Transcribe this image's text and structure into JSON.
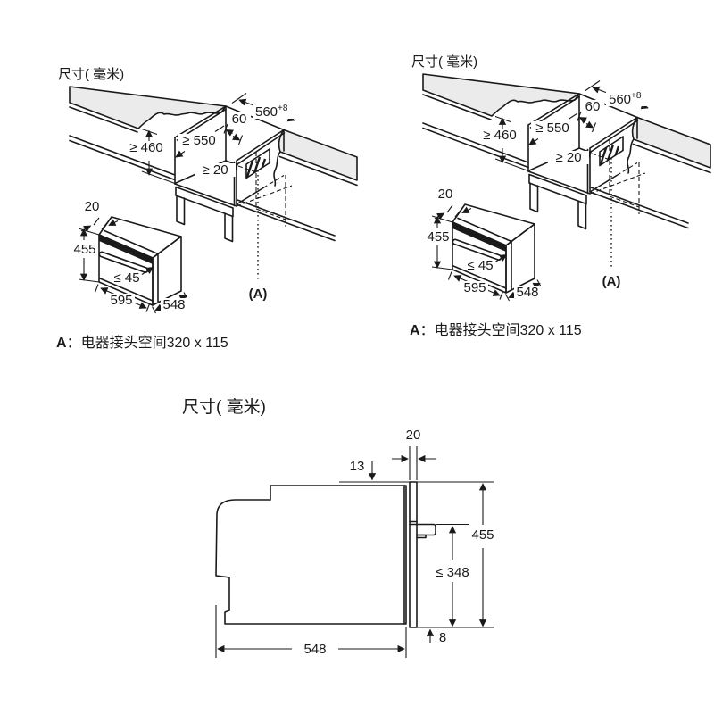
{
  "page": {
    "background": "#ffffff",
    "line_color": "#1a1a1a",
    "worktop_fill": "#ebebeb"
  },
  "diagrams": {
    "top_left": {
      "title": "尺寸( 毫米)",
      "dims": {
        "niche_width": "560",
        "niche_width_tolerance": "+8",
        "vent_gap": "60",
        "niche_depth": "≥ 550",
        "niche_height": "≥ 460",
        "rear_gap": "≥ 20",
        "frame_depth": "20",
        "appliance_height": "455",
        "handle_clearance": "≤ 45",
        "appliance_width": "595",
        "appliance_depth": "548",
        "connection_label": "(A)"
      },
      "footer": {
        "key": "A",
        "separator": "：",
        "text": "电器接头空间320 x 115"
      }
    },
    "top_right": {
      "title": "尺寸( 毫米)",
      "dims": {
        "niche_width": "560",
        "niche_width_tolerance": "+8",
        "vent_gap": "60",
        "niche_depth": "≥ 550",
        "niche_height": "≥ 460",
        "rear_gap": "≥ 20",
        "frame_depth": "20",
        "appliance_height": "455",
        "handle_clearance": "≤ 45",
        "appliance_width": "595",
        "appliance_depth": "548",
        "connection_label": "(A)"
      },
      "footer": {
        "key": "A",
        "separator": "：",
        "text": "电器接头空间320 x 115"
      }
    },
    "bottom": {
      "title": "尺寸( 毫米)",
      "dims": {
        "door_thickness": "20",
        "top_offset": "13",
        "appliance_height": "455",
        "max_handle_height": "≤ 348",
        "body_depth": "548",
        "door_overhang": "8"
      }
    }
  }
}
